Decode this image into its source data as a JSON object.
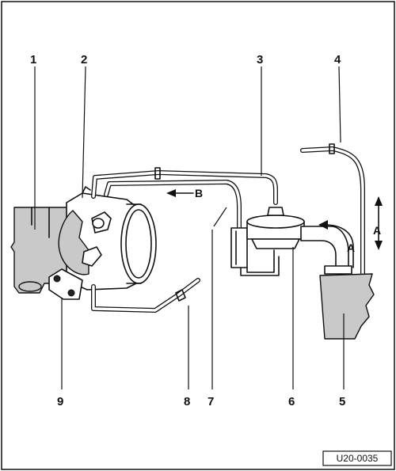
{
  "figure_ref": "U20-0035",
  "callouts": {
    "c1": "1",
    "c2": "2",
    "c3": "3",
    "c4": "4",
    "c5": "5",
    "c6": "6",
    "c7": "7",
    "c8": "8",
    "c9": "9"
  },
  "flow_labels": {
    "a_vertical": "A",
    "a_curved": "A",
    "b": "B"
  }
}
